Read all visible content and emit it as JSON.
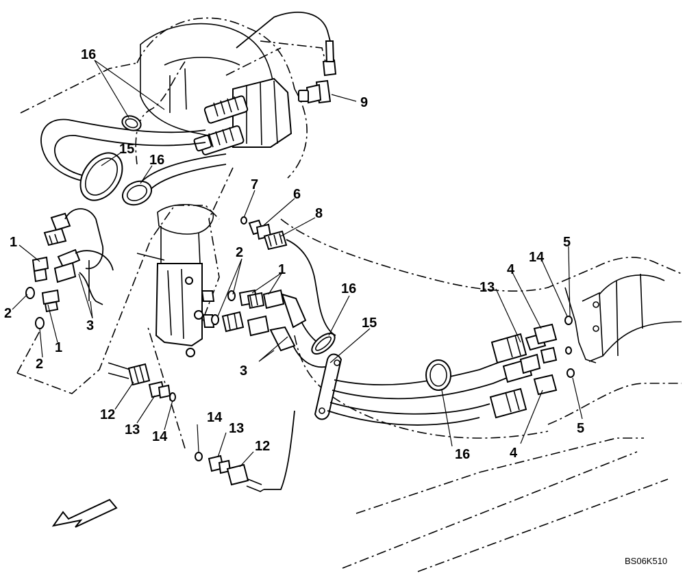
{
  "drawing_code": "BS06K510",
  "callouts": {
    "c1a": "1",
    "c1b": "1",
    "c1c": "1",
    "c2a": "2",
    "c2b": "2",
    "c2c": "2",
    "c3a": "3",
    "c3b": "3",
    "c4a": "4",
    "c4b": "4",
    "c5a": "5",
    "c5b": "5",
    "c6": "6",
    "c7": "7",
    "c8": "8",
    "c9": "9",
    "c12a": "12",
    "c12b": "12",
    "c13a": "13",
    "c13b": "13",
    "c13c": "13",
    "c14a": "14",
    "c14b": "14",
    "c14c": "14",
    "c15a": "15",
    "c15b": "15",
    "c16a": "16",
    "c16b": "16",
    "c16c": "16",
    "c16d": "16"
  },
  "icons": {
    "direction_arrow": "front-direction-arrow-icon"
  }
}
